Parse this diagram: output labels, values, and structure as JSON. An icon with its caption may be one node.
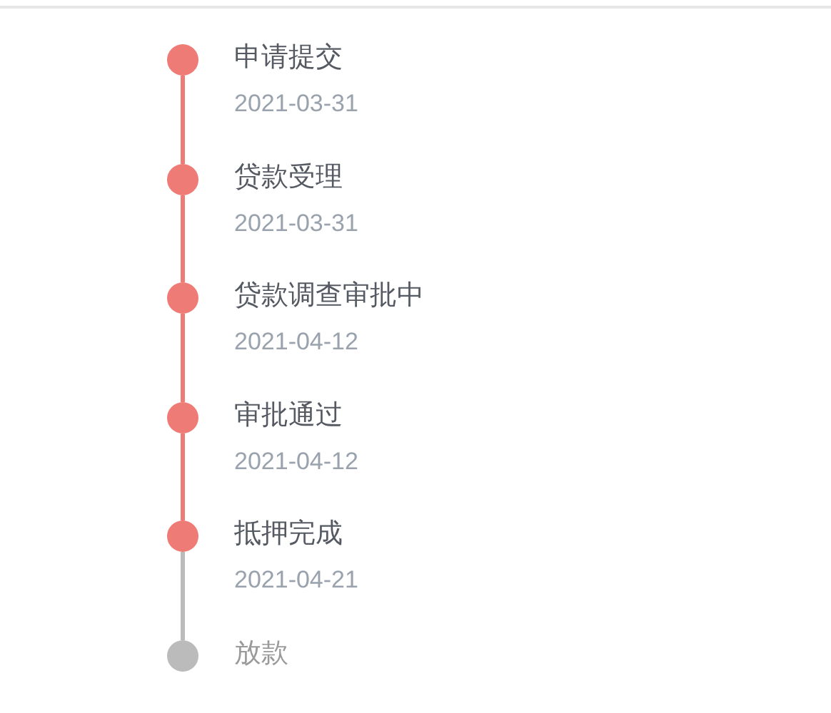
{
  "diagram": {
    "nodes": [
      {
        "text": [],
        "shape": "circle",
        "beside": [
          "申请提交",
          "2021-03-31"
        ]
      },
      {
        "text": [],
        "shape": "circle",
        "beside": [
          "贷款受理",
          "2021-03-31"
        ]
      },
      {
        "text": [],
        "shape": "circle",
        "beside": [
          "贷款调查审批中",
          "2021-04-12"
        ]
      },
      {
        "text": [],
        "shape": "circle",
        "beside": [
          "审批通过",
          "2021-04-12"
        ]
      },
      {
        "text": [],
        "shape": "circle",
        "beside": [
          "抵押完成",
          "2021-04-21"
        ]
      },
      {
        "text": [],
        "shape": "circle",
        "beside": [
          "放款"
        ]
      }
    ],
    "edges": [
      {
        "from": 0,
        "to": 1,
        "arrow": "none"
      },
      {
        "from": 1,
        "to": 2,
        "arrow": "none"
      },
      {
        "from": 2,
        "to": 3,
        "arrow": "none"
      },
      {
        "from": 3,
        "to": 4,
        "arrow": "none"
      },
      {
        "from": 4,
        "to": 5,
        "arrow": "none",
        "color": "#bbbbbb"
      }
    ]
  }
}
